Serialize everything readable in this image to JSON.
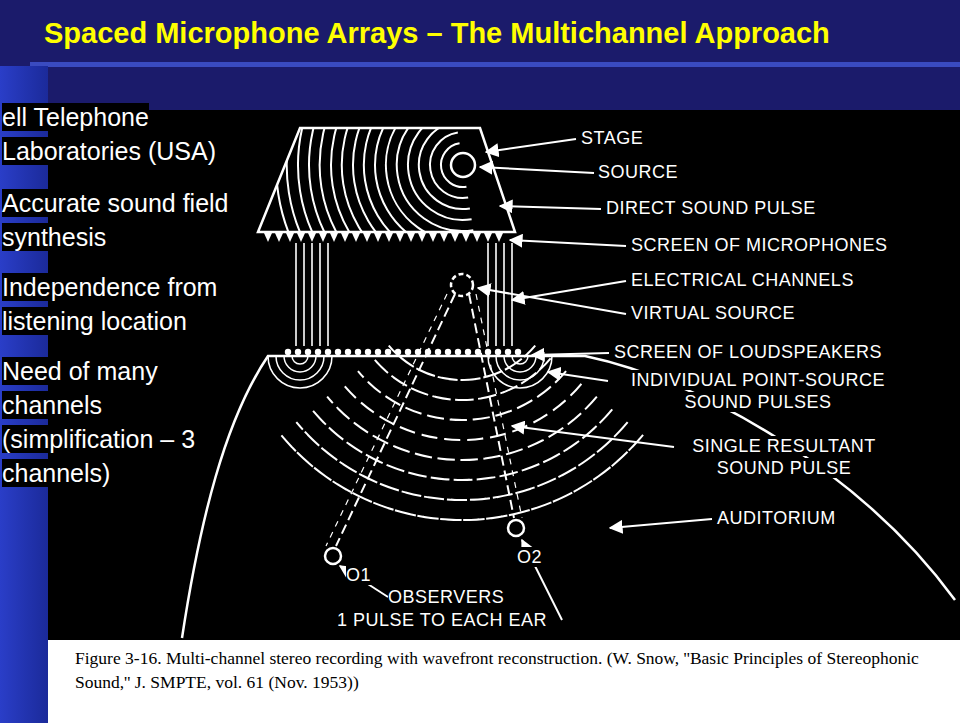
{
  "diagram": {
    "title": "Spaced Microphone Arrays – The Multichannel Approach",
    "caption": "Figure 3-16. Multi-channel stereo recording with wavefront reconstruction. (W. Snow, ''Basic Principles of Stereophonic Sound,'' J. SMPTE, vol. 61 (Nov. 1953))",
    "labels": [
      "ell Telephone Laboratories (USA)",
      "Accurate sound field synthesis",
      "Independence from listening location",
      "Need of many channels (simplification – 3 channels)",
      "STAGE",
      "SOURCE",
      "DIRECT SOUND PULSE",
      "SCREEN OF MICROPHONES",
      "ELECTRICAL CHANNELS",
      "VIRTUAL SOURCE",
      "SCREEN OF LOUDSPEAKERS",
      "INDIVIDUAL POINT-SOURCE SOUND PULSES",
      "SINGLE RESULTANT SOUND PULSE",
      "AUDITORIUM",
      "O1",
      "O2",
      "OBSERVERS",
      "1 PULSE TO EACH EAR"
    ]
  }
}
